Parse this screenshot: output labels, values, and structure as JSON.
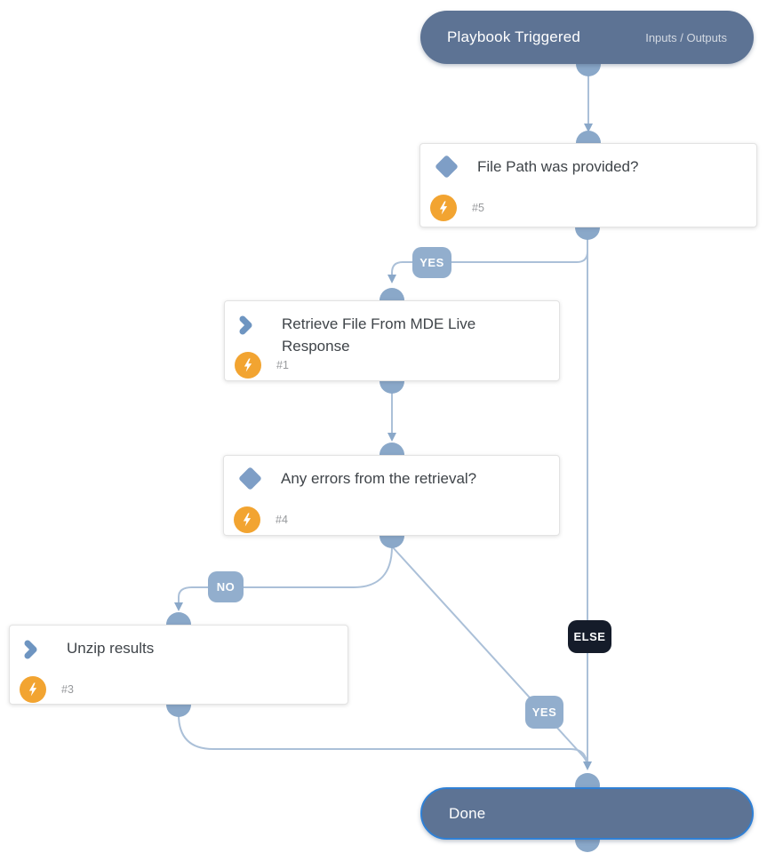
{
  "app": {
    "view_name": "playbook-canvas"
  },
  "colors": {
    "pill-bg": "#5d7394",
    "done-border": "#2f80d6",
    "card-border": "#e3e3e3",
    "line": "#abc0d8",
    "dot": "#8aa8c9",
    "badge-bg": "#92aecd",
    "else-bg": "#151c2a",
    "bolt-bg": "#f2a431",
    "diamond": "#7e9ec6",
    "chevron": "#6e95c1",
    "title": "#3f4449",
    "num": "#97999c"
  },
  "icons": {
    "decision": "diamond-icon",
    "action": "chevron-right-icon",
    "automation": "lightning-bolt-icon"
  },
  "nodes": {
    "start": {
      "title": "Playbook Triggered",
      "right_label": "Inputs / Outputs",
      "type": "start"
    },
    "decision1": {
      "title": "File Path was provided?",
      "id": "#5",
      "type": "decision"
    },
    "action1": {
      "title": "Retrieve File From MDE Live Response",
      "id": "#1",
      "type": "action"
    },
    "decision2": {
      "title": "Any errors from the retrieval?",
      "id": "#4",
      "type": "decision"
    },
    "action2": {
      "title": "Unzip results",
      "id": "#3",
      "type": "action"
    },
    "end": {
      "title": "Done",
      "type": "end"
    }
  },
  "edges": {
    "labels": {
      "yes1": "YES",
      "no": "NO",
      "else": "ELSE",
      "yes2": "YES"
    }
  }
}
